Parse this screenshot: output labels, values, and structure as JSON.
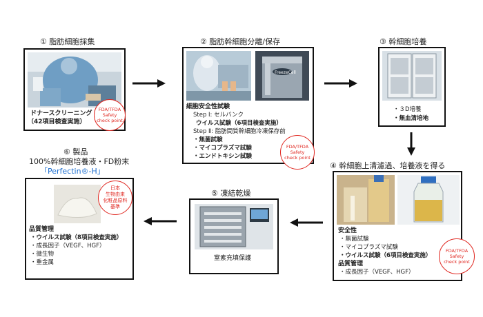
{
  "step1": {
    "title": "① 脂肪細胞採集",
    "lines": [
      "ドナースクリーニング",
      "（42項目検査実施）"
    ],
    "stamp": [
      "FDA/TFDA",
      "Safety",
      "check point"
    ]
  },
  "step2": {
    "title": "② 脂肪幹細胞分離/保存",
    "heading": "細胞安全性試験",
    "step1_label": "Step Ⅰ: セルバンク",
    "step1_item": "ウイルス試験（6項目検査実施）",
    "step2_label": "Step Ⅱ: 脂肪間質幹細胞冷凍保存前",
    "items": [
      "・無菌試験",
      "・マイコプラズマ試験",
      "・エンドトキシン試験"
    ],
    "stamp": [
      "FDA/TFDA",
      "Safety",
      "check point"
    ],
    "tank_label": "FreezeCell"
  },
  "step3": {
    "title": "③ 幹細胞培養",
    "items": [
      "・３D培養",
      "・無血清培地"
    ]
  },
  "step4": {
    "title": "④ 幹細胞上清濾過、培養液を得る",
    "safety_heading": "安全性",
    "safety_items": [
      "・無菌試験",
      "・マイコプラズマ試験",
      "・ウイルス試験（6項目検査実施）"
    ],
    "quality_heading": "品質管理",
    "quality_items": [
      "・成長因子（VEGF、HGF）"
    ],
    "stamp": [
      "FDA/TFDA",
      "Safety",
      "check point"
    ]
  },
  "step5": {
    "title": "⑤ 凍結乾燥",
    "caption": "窒素充填保護"
  },
  "step6": {
    "title": "⑥ 製品",
    "subtitle": "100%幹細胞培養液・FD粉末",
    "product": "「Perfectin®-H」",
    "quality_heading": "品質管理",
    "items": [
      "・ウイルス試験（8項目検査実施）",
      "・成長因子（VEGF、HGF）",
      "・微生物",
      "・重金属"
    ],
    "stamp": [
      "日本",
      "生物由来",
      "化粧品原料",
      "基準"
    ]
  },
  "colors": {
    "stamp_red": "#e0261f",
    "product_blue": "#1e6fd0",
    "frame": "#111111"
  }
}
